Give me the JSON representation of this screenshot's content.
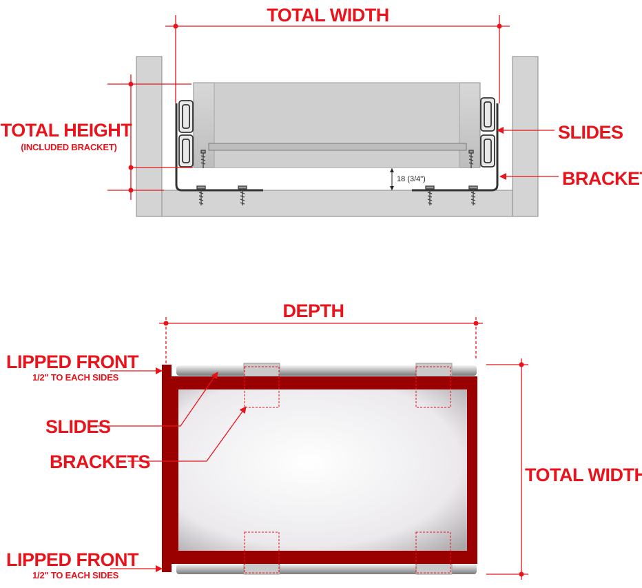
{
  "top_view": {
    "total_width_label": "TOTAL WIDTH",
    "total_height_label": "TOTAL HEIGHT",
    "included_bracket_label": "(INCLUDED BRACKET)",
    "slides_label": "SLIDES",
    "brackets_label": "BRACKETS",
    "clearance_label": "18 (3/4\")"
  },
  "bottom_view": {
    "depth_label": "DEPTH",
    "total_width_label": "TOTAL WIDTH",
    "lipped_front_top_label": "LIPPED  FRONT",
    "lipped_front_top_sub": "1/2\" TO EACH SIDES",
    "lipped_front_bottom_label": "LIPPED  FRONT",
    "lipped_front_bottom_sub": "1/2\" TO EACH SIDES",
    "slides_label": "SLIDES",
    "brackets_label": "BRACKETS"
  },
  "colors": {
    "accent_red": "#e8131b",
    "frame_dark_red": "#9b0000",
    "cabinet_gray": "#d4d4d4",
    "drawer_gray": "#c8c8c8"
  }
}
